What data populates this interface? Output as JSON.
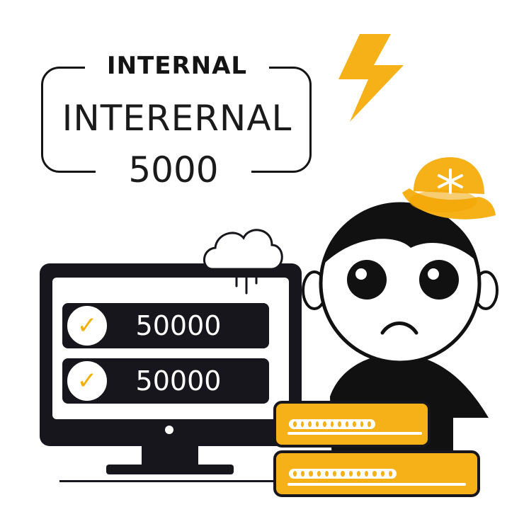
{
  "header": {
    "label": "INTERNAL",
    "title": "INTERERNAL",
    "number": "5000"
  },
  "monitor": {
    "rows": [
      {
        "value": "50000",
        "checked": true
      },
      {
        "value": "50000",
        "checked": true
      }
    ]
  },
  "icons": {
    "lightning": "lightning-bolt-icon",
    "cloud": "cloud-icon",
    "check": "checkmark-icon",
    "hat": "hard-hat-icon"
  },
  "colors": {
    "accent": "#f5b117",
    "ink": "#16161c",
    "background": "#ffffff"
  }
}
